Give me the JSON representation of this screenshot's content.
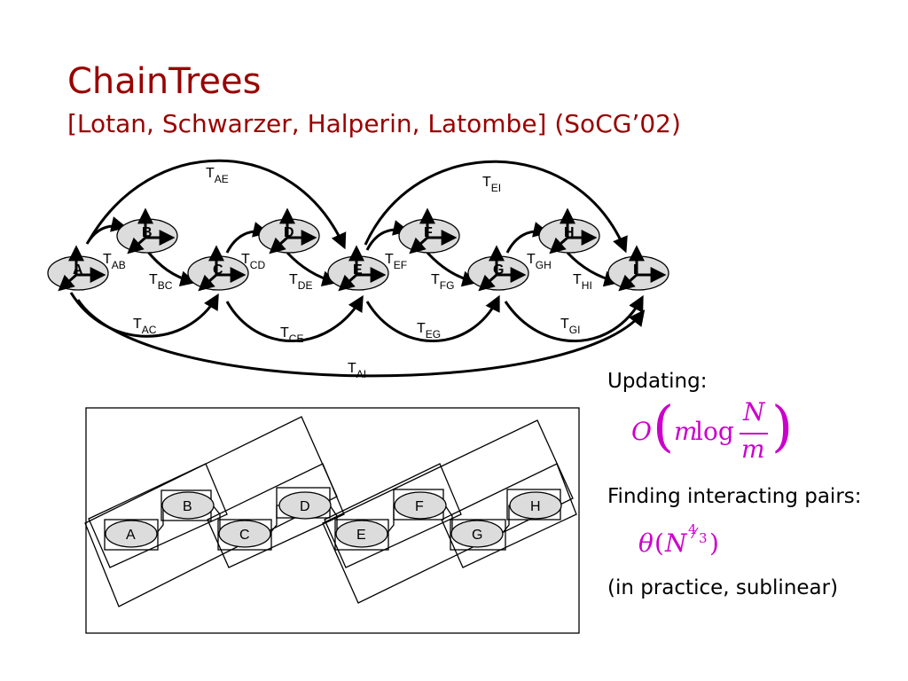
{
  "title": "ChainTrees",
  "subtitle": "[Lotan, Schwarzer, Halperin, Latombe] (SoCG’02)",
  "colors": {
    "title": "#990000",
    "formula": "#cc00cc",
    "node_fill": "#dcdcdc"
  },
  "chain_nodes": [
    "A",
    "B",
    "C",
    "D",
    "E",
    "F",
    "G",
    "H",
    "I"
  ],
  "transform_labels": {
    "AB": "AB",
    "BC": "BC",
    "CD": "CD",
    "DE": "DE",
    "EF": "EF",
    "FG": "FG",
    "GH": "GH",
    "HI": "HI",
    "AC": "AC",
    "CE": "CE",
    "EG": "EG",
    "GI": "GI",
    "AE": "AE",
    "EI": "EI",
    "AI": "AI",
    "prefix": "T"
  },
  "bbox_nodes": [
    "A",
    "B",
    "C",
    "D",
    "E",
    "F",
    "G",
    "H"
  ],
  "updating": {
    "label": "Updating:",
    "O": "O",
    "m": "m",
    "log": "log",
    "N": "N",
    "denom": "m"
  },
  "interacting": {
    "label": "Finding interacting pairs:",
    "theta": "θ",
    "N": "N",
    "exp_num": "4",
    "exp_den": "3"
  },
  "practice_note": "(in practice, sublinear)"
}
